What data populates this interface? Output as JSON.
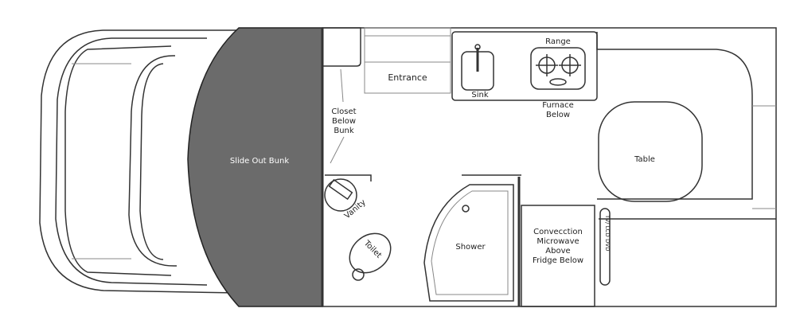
{
  "labels": {
    "bunk": "Slide Out Bunk",
    "entrance": "Entrance",
    "closet": [
      "Closet",
      "Below",
      "Bunk"
    ],
    "sink": "Sink",
    "range": "Range",
    "furnace": [
      "Furnace",
      "Below"
    ],
    "table": "Table",
    "vanity": "Vanity",
    "toilet": "Toilet",
    "shower": "Shower",
    "microwave": [
      "Convecction",
      "Microwave",
      "Above",
      "Fridge Below"
    ],
    "tv": "TV/ LCD DVD"
  },
  "colors": {
    "bunk": "#6b6b6b",
    "line": "#333333"
  }
}
